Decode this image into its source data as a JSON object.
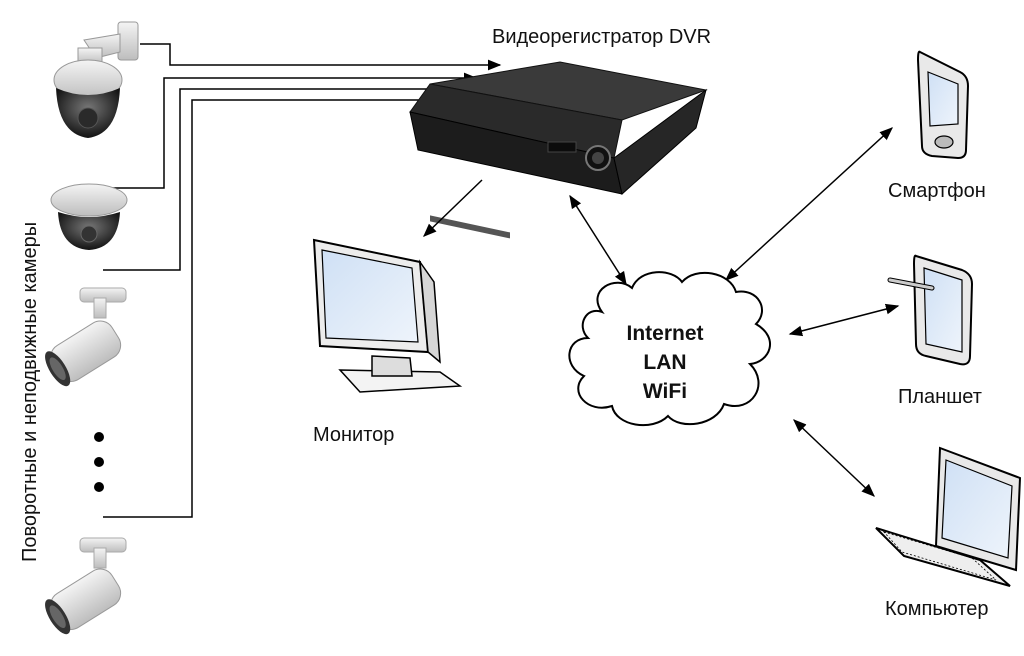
{
  "labels": {
    "dvr": "Видеорегистратор DVR",
    "monitor": "Монитор",
    "smartphone": "Смартфон",
    "tablet": "Планшет",
    "computer": "Компьютер",
    "cameras": "Поворотные и неподвижные камеры"
  },
  "cloud": {
    "line1": "Internet",
    "line2": "LAN",
    "line3": "WiFi"
  }
}
